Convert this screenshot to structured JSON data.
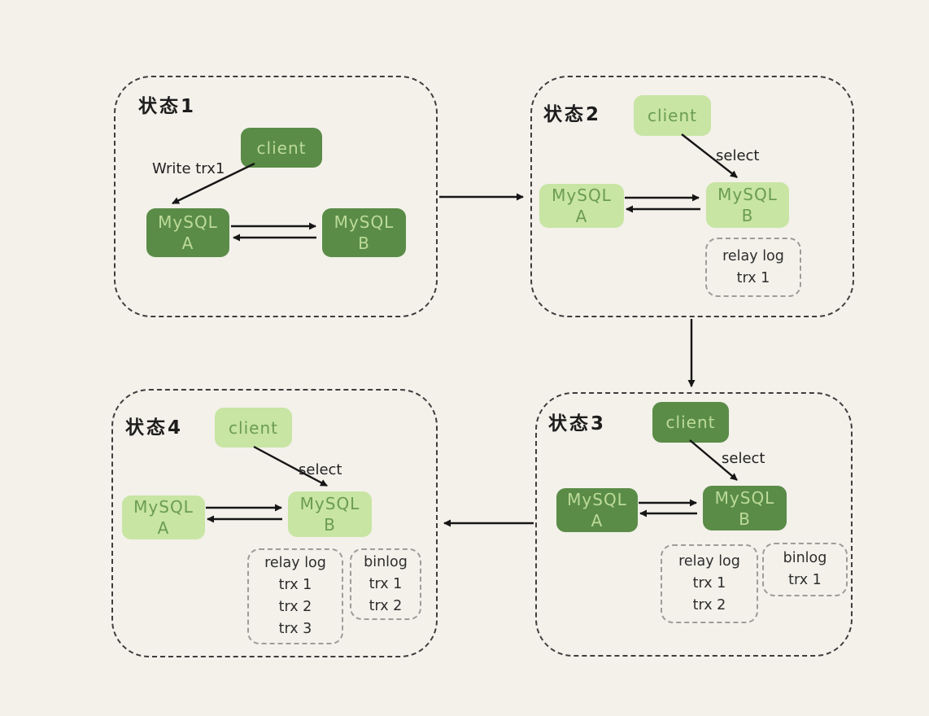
{
  "colors": {
    "canvas_bg": "#f3f1ea",
    "panel_border": "#3d3d3d",
    "dark_node_bg": "#5a8c48",
    "dark_node_text": "#bcdb97",
    "light_node_bg": "#c8e5a3",
    "light_node_text": "#6b9c51",
    "log_border": "#9c9c98",
    "log_text": "#2d2d2d",
    "title_text": "#1d1d1d",
    "label_text": "#222222",
    "arrow_color": "#161616"
  },
  "states": [
    {
      "title": "状态1",
      "theme": "dark",
      "client": "client",
      "action_label": "Write trx1",
      "node_a": [
        "MySQL",
        "A"
      ],
      "node_b": [
        "MySQL",
        "B"
      ],
      "logs": []
    },
    {
      "title": "状态2",
      "theme": "light",
      "client": "client",
      "action_label": "select",
      "node_a": [
        "MySQL",
        "A"
      ],
      "node_b": [
        "MySQL",
        "B"
      ],
      "logs": [
        {
          "title": "relay log",
          "entries": [
            "trx 1"
          ]
        }
      ]
    },
    {
      "title": "状态3",
      "theme": "dark",
      "client": "client",
      "action_label": "select",
      "node_a": [
        "MySQL",
        "A"
      ],
      "node_b": [
        "MySQL",
        "B"
      ],
      "logs": [
        {
          "title": "relay log",
          "entries": [
            "trx 1",
            "trx 2"
          ]
        },
        {
          "title": "binlog",
          "entries": [
            "trx 1"
          ]
        }
      ]
    },
    {
      "title": "状态4",
      "theme": "light",
      "client": "client",
      "action_label": "select",
      "node_a": [
        "MySQL",
        "A"
      ],
      "node_b": [
        "MySQL",
        "B"
      ],
      "logs": [
        {
          "title": "relay log",
          "entries": [
            "trx 1",
            "trx 2",
            "trx 3"
          ]
        },
        {
          "title": "binlog",
          "entries": [
            "trx 1",
            "trx 2"
          ]
        }
      ]
    }
  ]
}
